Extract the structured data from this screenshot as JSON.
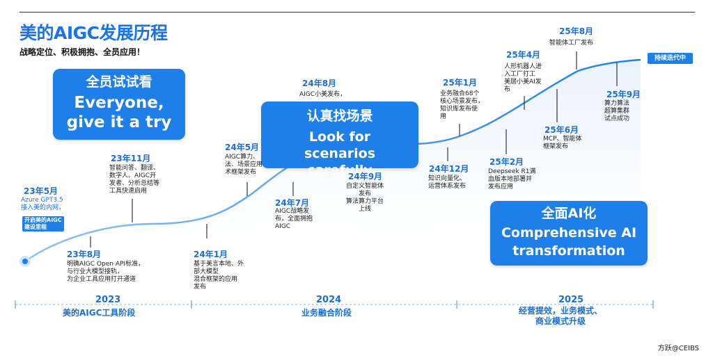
{
  "title": "美的AIGC发展历程",
  "subtitle": "战略定位、积极拥抱、全员应用！",
  "callouts": {
    "c1": {
      "zh": "全员试试看",
      "en": "Everyone, give it a try"
    },
    "c2": {
      "zh": "认真找场景",
      "en": "Look for scenarios carefully"
    },
    "c3": {
      "zh": "全面AI化",
      "en": "Comprehensive AI transformation"
    }
  },
  "tags": {
    "start": "开启美的AIGC\n建设里程",
    "end": "持续迭代中"
  },
  "milestones": {
    "m2305": {
      "date": "23年5月",
      "desc": "Azure GPT3.5\n接入美的内网，"
    },
    "m2308": {
      "date": "23年8月",
      "desc": "明确AIGC Open API标准，\n与行业大模型接轨，\n为企业工具应用打开通道"
    },
    "m2311": {
      "date": "23年11月",
      "desc": "智能问答、翻译、\n数字人、AIGC开\n发者、分析总结等\n工具快速启用"
    },
    "m2401": {
      "date": "24年1月",
      "desc": "基于美言本地、外\n部大模型\n混合框架的应用\n发布"
    },
    "m2405": {
      "date": "24年5月",
      "desc": "AIGC算力、\n法、场景应用\n术框架发布"
    },
    "m2407": {
      "date": "24年7月",
      "desc": "AIGC战略发\n布，全面拥抱\nAIGC"
    },
    "m2408": {
      "date": "24年8月",
      "desc": "AIGC小美发布，"
    },
    "m2409": {
      "date": "24年9月",
      "desc": "自定义智能体\n发布\n算法算力平台\n上线"
    },
    "m2412": {
      "date": "24年12月",
      "desc": "知识向量化、\n运营体系发布"
    },
    "m2501": {
      "date": "25年1月",
      "desc": "业务融合68个\n核心场景发布，\n知识库发布使\n用"
    },
    "m2502": {
      "date": "25年2月",
      "desc": "Deepseek R1满\n血版本地部署并\n发布应用"
    },
    "m2504": {
      "date": "25年4月",
      "desc": "人形机器人进\n入工厂打工\n美居小美AI发\n布"
    },
    "m2506": {
      "date": "25年6月",
      "desc": "MCP、智能体\n框架发布"
    },
    "m2508": {
      "date": "25年8月",
      "desc": "智能体工厂发布"
    },
    "m2509": {
      "date": "25年9月",
      "desc": "算力算法\n超算集群\n试点成功"
    }
  },
  "years": [
    "2023",
    "2024",
    "2025"
  ],
  "phases": [
    "美的AIGC工具阶段",
    "业务融合阶段",
    "经营提效，业务模式、\n商业模式升级"
  ],
  "credit": "方跃@CEIBS",
  "colors": {
    "accent": "#1e7fe8",
    "text": "#222222"
  }
}
